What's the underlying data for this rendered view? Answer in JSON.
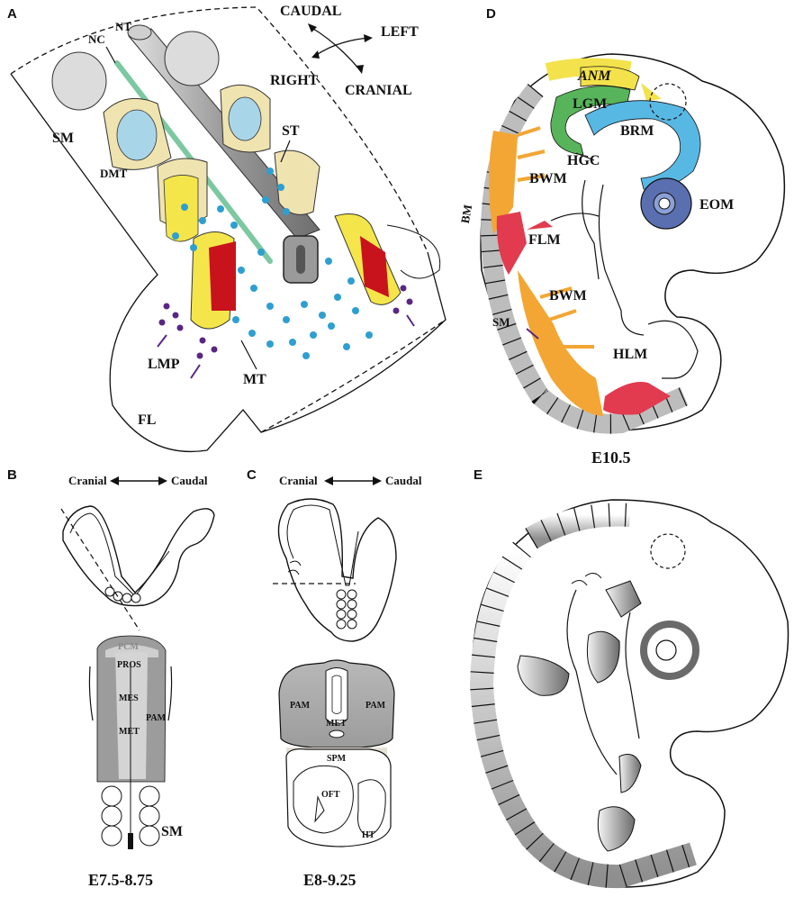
{
  "panels": {
    "a": {
      "letter": "A",
      "directions": {
        "caudal": "CAUDAL",
        "left": "LEFT",
        "right": "RIGHT",
        "cranial": "CRANIAL"
      },
      "labels": {
        "nc": "NC",
        "nt": "NT",
        "sm": "SM",
        "st": "ST",
        "dmt": "DMT",
        "lmp": "LMP",
        "mt": "MT",
        "fl": "FL"
      }
    },
    "b": {
      "letter": "B",
      "axis": {
        "cranial": "Cranial",
        "caudal": "Caudal"
      },
      "labels": {
        "pcm": "PCM",
        "pros": "PROS",
        "mes": "MES",
        "met": "MET",
        "pam": "PAM",
        "sm": "SM"
      },
      "stage": "E7.5-8.75"
    },
    "c": {
      "letter": "C",
      "axis": {
        "cranial": "Cranial",
        "caudal": "Caudal"
      },
      "labels": {
        "pam_left": "PAM",
        "pam_right": "PAM",
        "met": "MET",
        "spm": "SPM",
        "oft": "OFT",
        "ht": "HT"
      },
      "stage": "E8-9.25"
    },
    "d": {
      "letter": "D",
      "labels": {
        "anm": "ANM",
        "lgm": "LGM",
        "brm": "BRM",
        "hgc": "HGC",
        "bwm_top": "BWM",
        "eom": "EOM",
        "bm": "BM",
        "flm": "FLM",
        "bwm_bottom": "BWM",
        "sm": "SM",
        "hlm": "HLM"
      },
      "stage": "E10.5"
    },
    "e": {
      "letter": "E"
    }
  },
  "colors": {
    "anm": "#f3e24b",
    "lgm": "#58b45a",
    "brm": "#58b8e4",
    "eom": "#5a6fb0",
    "bwm": "#f3a633",
    "flm": "#e23a4e",
    "hlm": "#e23a4e",
    "lmp": "#5a2683",
    "mesenchyme": "#2e9fd0",
    "somite": "#efe3b0",
    "dermomyotome": "#f4e64a",
    "myotome": "#c8131d",
    "tube": "#a8a8a8",
    "notochord": "#7cc8a1"
  }
}
